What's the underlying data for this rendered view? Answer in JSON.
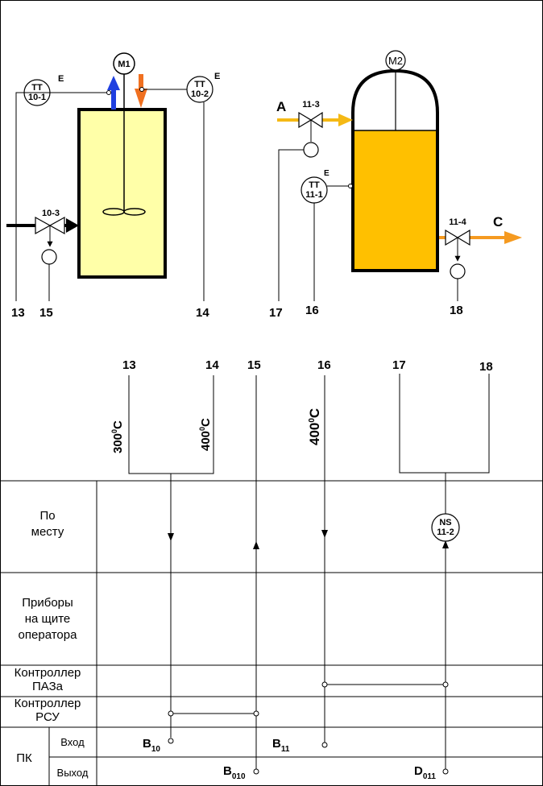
{
  "instruments": {
    "tt10_1": {
      "l1": "TT",
      "l2": "10-1",
      "sup": "E"
    },
    "tt10_2": {
      "l1": "TT",
      "l2": "10-2",
      "sup": "E"
    },
    "tt11_1": {
      "l1": "TT",
      "l2": "11-1",
      "sup": "E"
    },
    "ns11_2": {
      "l1": "NS",
      "l2": "11-2"
    }
  },
  "motors": {
    "m1": "M1",
    "m2": "M2"
  },
  "valves": {
    "v10_3": "10-3",
    "v11_3": "11-3",
    "v11_4": "11-4"
  },
  "streams": {
    "a": "A",
    "c": "C"
  },
  "line_numbers": {
    "top": [
      "13",
      "15",
      "14",
      "17",
      "16",
      "18"
    ],
    "bottom": [
      "13",
      "14",
      "15",
      "16",
      "17",
      "18"
    ]
  },
  "setpoints": {
    "t13": "300",
    "t14": "400",
    "t16": "400",
    "deg": "0",
    "unit": "C"
  },
  "rows": {
    "local": "По месту",
    "local_l1": "По",
    "local_l2": "месту",
    "panel_l1": "Приборы",
    "panel_l2": "на щите",
    "panel_l3": "оператора",
    "paz_l1": "Контроллер",
    "paz_l2": "ПАЗа",
    "rsu_l1": "Контроллер",
    "rsu_l2": "РСУ",
    "pk": "ПК",
    "input": "Вход",
    "output": "Выход"
  },
  "signals": {
    "b10": {
      "main": "B",
      "sub": "10"
    },
    "b11": {
      "main": "B",
      "sub": "11"
    },
    "b010": {
      "main": "B",
      "sub": "010"
    },
    "d011": {
      "main": "D",
      "sub": "011"
    }
  },
  "colors": {
    "vessel1_fill": "#FFFFA8",
    "vessel2_fill": "#FFC000",
    "stream_yellow": "#F5B915",
    "stream_orange": "#F59A20",
    "arrow_blue": "#1F3FE0",
    "arrow_orange": "#F07020"
  }
}
